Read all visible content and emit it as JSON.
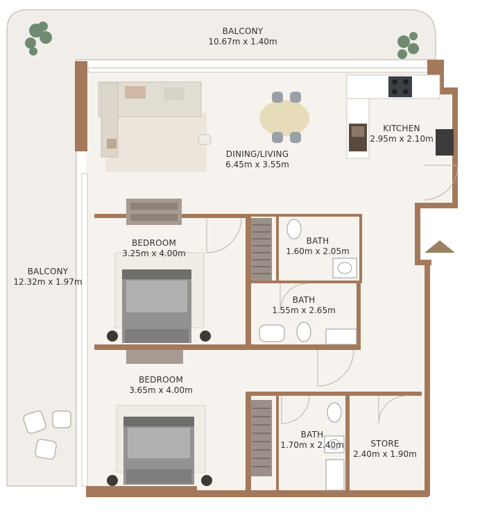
{
  "rooms": {
    "balcony_top": {
      "name": "BALCONY",
      "dims": "10.67m x 1.40m"
    },
    "balcony_side": {
      "name": "BALCONY",
      "dims": "12.32m x 1.97m"
    },
    "dining_living": {
      "name": "DINING/LIVING",
      "dims": "6.45m x 3.55m"
    },
    "kitchen": {
      "name": "KITCHEN",
      "dims": "2.95m x 2.10m"
    },
    "bedroom_1": {
      "name": "BEDROOM",
      "dims": "3.25m x 4.00m"
    },
    "bath_1": {
      "name": "BATH",
      "dims": "1.60m x 2.05m"
    },
    "bath_2": {
      "name": "BATH",
      "dims": "1.55m x 2.65m"
    },
    "bedroom_2": {
      "name": "BEDROOM",
      "dims": "3.65m x 4.00m"
    },
    "bath_3": {
      "name": "BATH",
      "dims": "1.70m x 2.40m"
    },
    "store": {
      "name": "STORE",
      "dims": "2.40m x 1.90m"
    }
  },
  "colors": {
    "wall": "#a4795b",
    "floor": "#f6f3ee",
    "balcony_floor": "#f1eee9",
    "bed": "#8f8c8b",
    "wardrobe": "#9b8f8a",
    "plant": "#6f8a70",
    "entrance_marker": "#9c8160"
  }
}
